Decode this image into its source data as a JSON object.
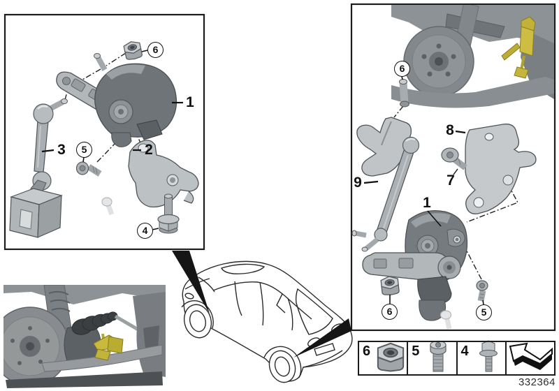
{
  "diagram": {
    "number": "332364",
    "highlight_color": "#c9b93d"
  },
  "front_sensor_box": {
    "callouts": {
      "sensor": "1",
      "bracket": "2",
      "linkage_rod": "3",
      "flange_bolt": "4",
      "screw": "5",
      "nut": "6"
    }
  },
  "rear_sensor_box": {
    "callouts": {
      "sensor": "1",
      "screw": "5",
      "stud_bolt": "6",
      "nut": "6",
      "pan_screw": "7",
      "bracket": "8",
      "linkage_rod": "9"
    }
  },
  "legend": {
    "cells": [
      {
        "label": "6",
        "icon": "hex-nut-icon"
      },
      {
        "label": "5",
        "icon": "torx-screw-icon"
      },
      {
        "label": "4",
        "icon": "flange-bolt-icon"
      },
      {
        "label": "",
        "icon": "direction-arrow-icon"
      }
    ]
  }
}
